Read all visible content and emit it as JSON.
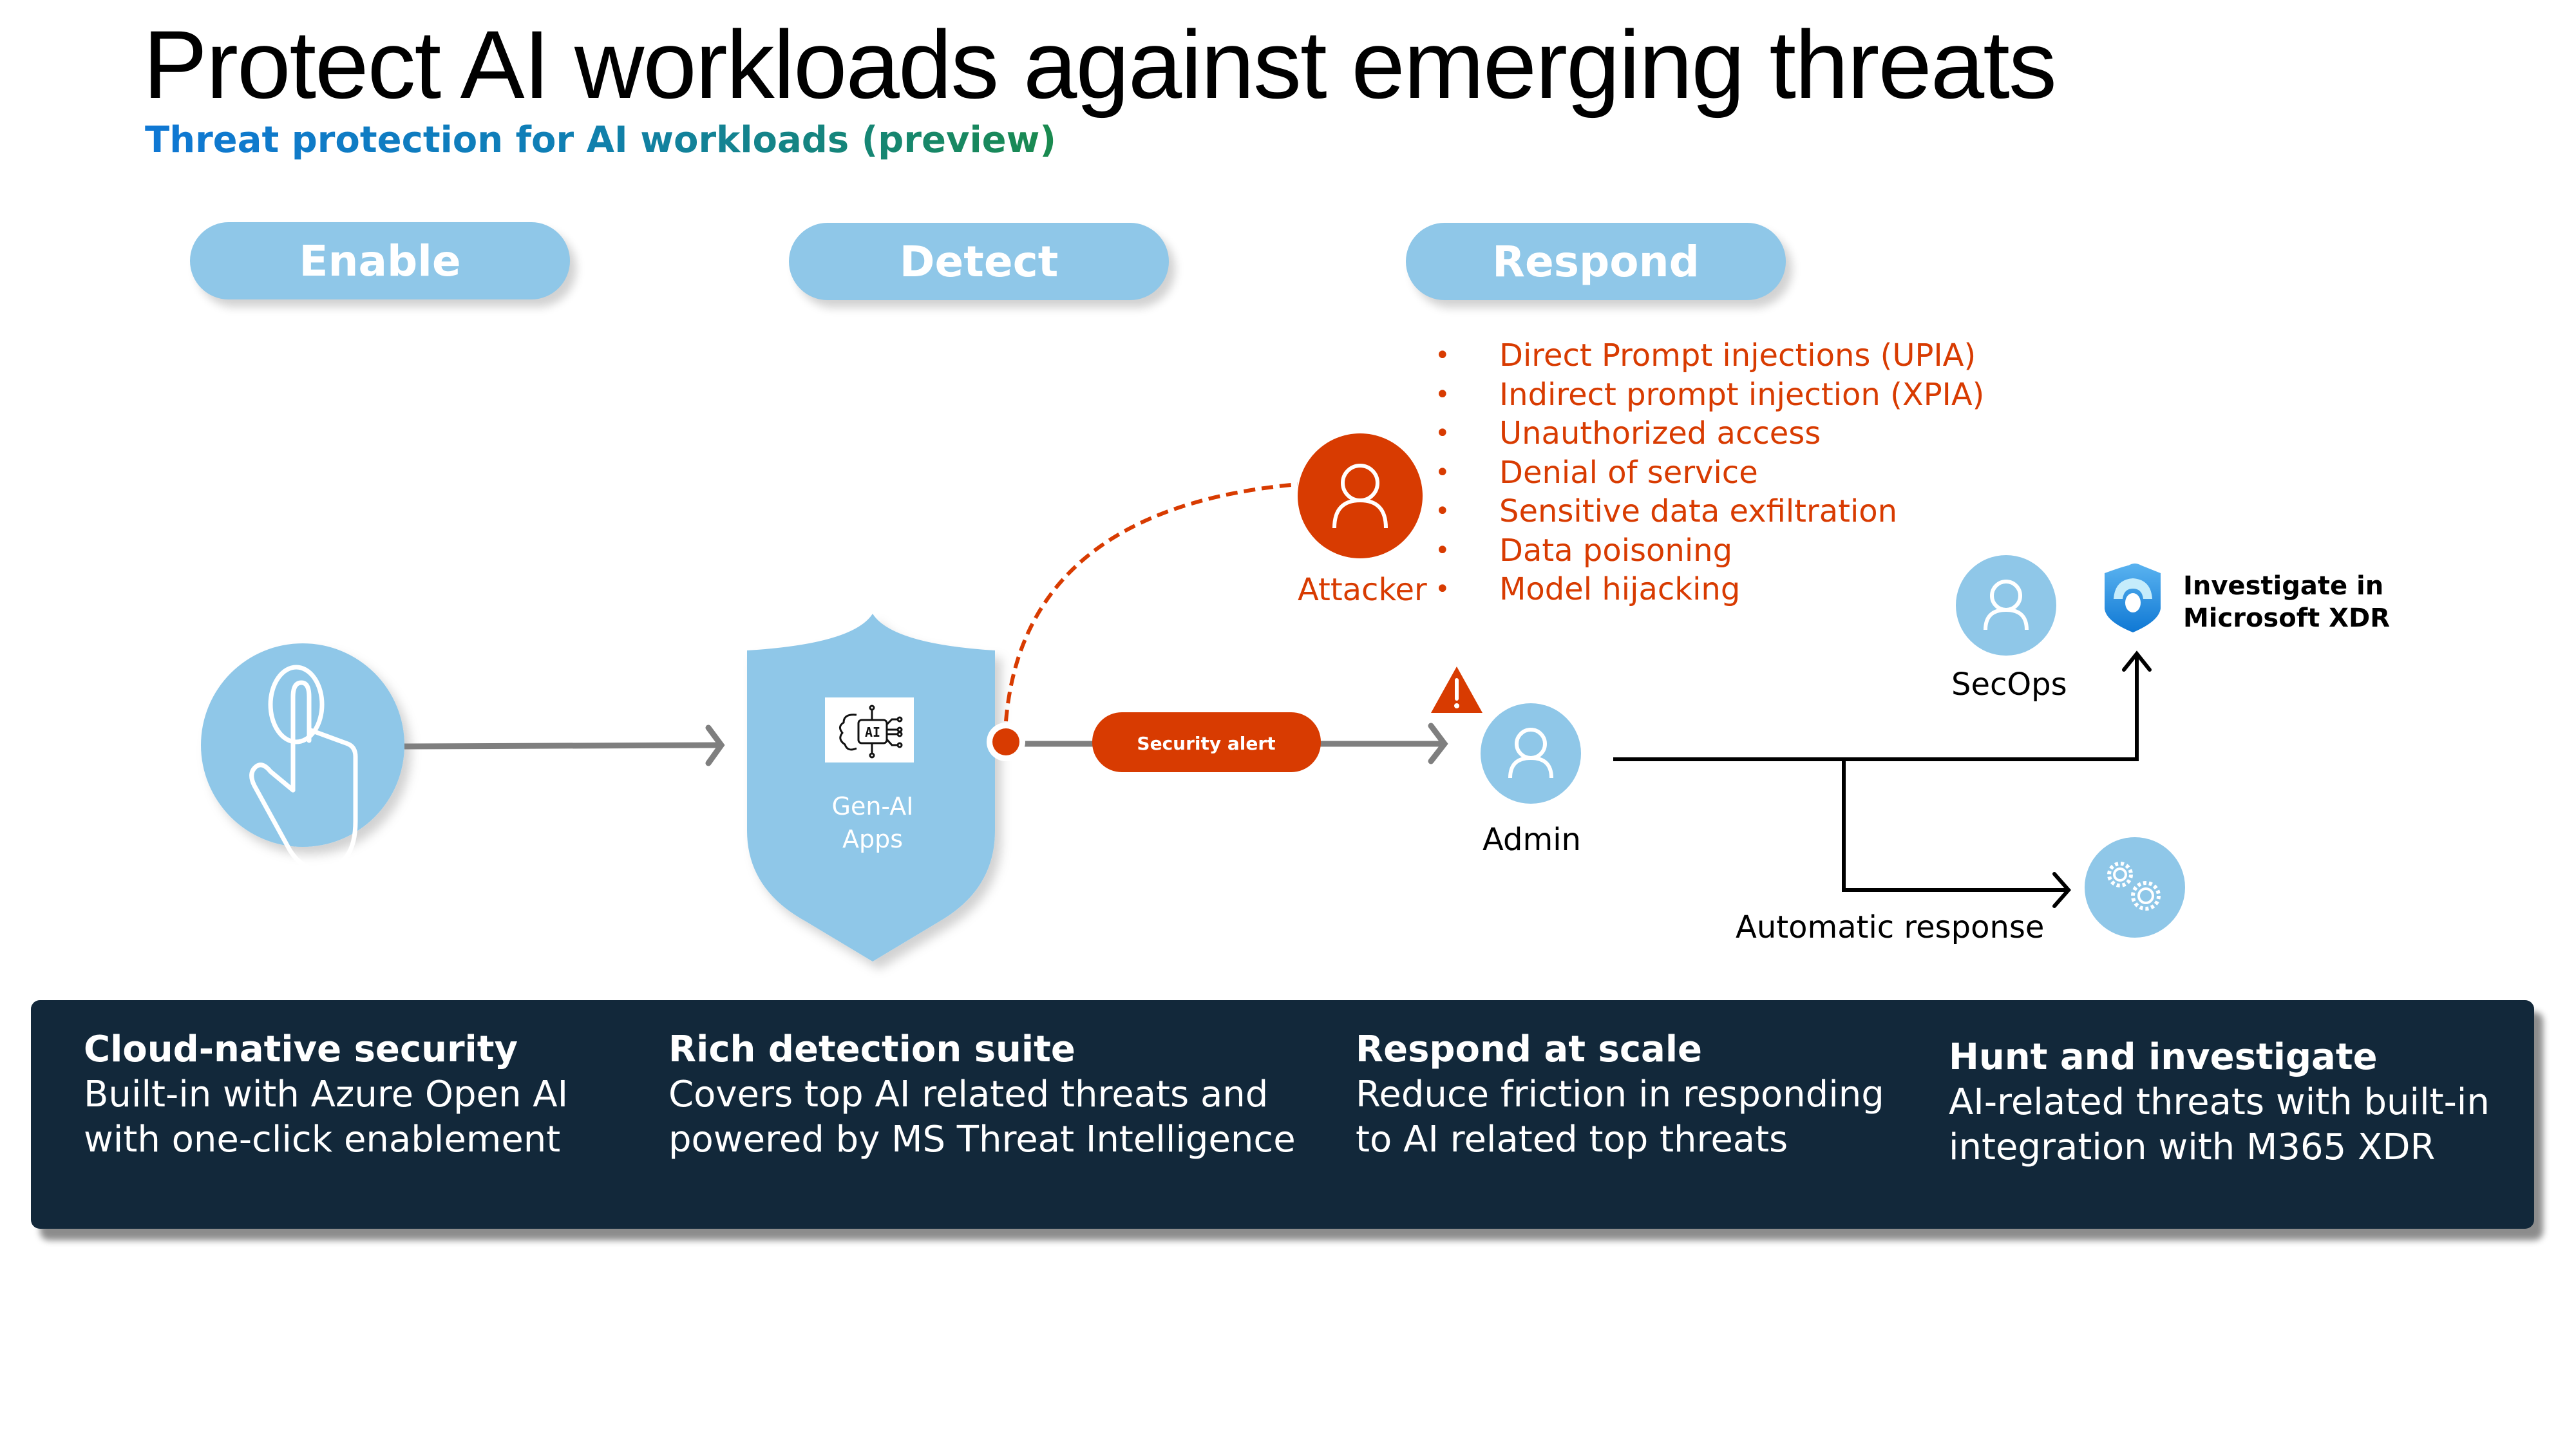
{
  "header": {
    "title": "Protect AI workloads against emerging threats",
    "subtitle": "Threat protection for AI workloads (preview)"
  },
  "phases": [
    {
      "label": "Enable"
    },
    {
      "label": "Detect"
    },
    {
      "label": "Respond"
    }
  ],
  "flow": {
    "enable_icon": "hand-tap-icon",
    "app_label_line1": "Gen-AI",
    "app_label_line2": "Apps",
    "app_icon": "ai-brain-chip-icon",
    "ai_badge_text": "AI",
    "alert_label": "Security alert",
    "attacker_label": "Attacker",
    "admin_label": "Admin",
    "secops_label": "SecOps",
    "xdr_label_line1": "Investigate in",
    "xdr_label_line2": "Microsoft XDR",
    "auto_response_label": "Automatic response"
  },
  "threats": [
    "Direct Prompt injections (UPIA)",
    "Indirect prompt injection (XPIA)",
    "Unauthorized access",
    "Denial of service",
    "Sensitive data exfiltration",
    "Data poisoning",
    "Model hijacking"
  ],
  "bullet_char": "•",
  "summary": [
    {
      "heading": "Cloud-native security",
      "line1": "Built-in with Azure Open AI",
      "line2": "with one-click enablement"
    },
    {
      "heading": "Rich detection suite",
      "line1": "Covers top AI related threats and",
      "line2": "powered by MS Threat Intelligence"
    },
    {
      "heading": "Respond at scale",
      "line1": "Reduce friction in responding",
      "line2": "to AI related top threats"
    },
    {
      "heading": "Hunt and investigate",
      "line1": "AI-related threats with built-in",
      "line2": "integration with M365 XDR"
    }
  ],
  "colors": {
    "light_blue": "#8fc7e8",
    "threat_red": "#d83b01",
    "panel_dark": "#12283a",
    "arrow_gray": "#7f7f7f"
  }
}
